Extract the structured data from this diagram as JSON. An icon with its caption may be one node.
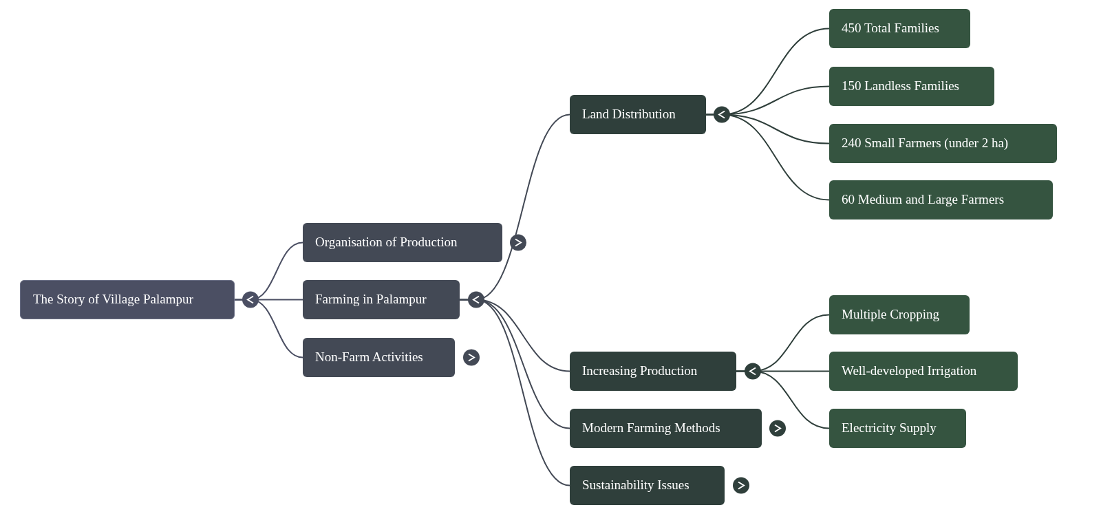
{
  "diagram": {
    "nodes": [
      {
        "text": [
          "The Story of Village Palampur"
        ]
      },
      {
        "text": [
          "Organisation of Production"
        ]
      },
      {
        "text": [
          "Farming in Palampur"
        ]
      },
      {
        "text": [
          "Non-Farm Activities"
        ]
      },
      {
        "text": [
          "Land Distribution"
        ]
      },
      {
        "text": [
          "Increasing Production"
        ]
      },
      {
        "text": [
          "Modern Farming Methods"
        ]
      },
      {
        "text": [
          "Sustainability Issues"
        ]
      },
      {
        "text": [
          "450 Total Families"
        ]
      },
      {
        "text": [
          "150 Landless Families"
        ]
      },
      {
        "text": [
          "240 Small Farmers (under 2 ha)"
        ]
      },
      {
        "text": [
          "60 Medium and Large Farmers"
        ]
      },
      {
        "text": [
          "Multiple Cropping"
        ]
      },
      {
        "text": [
          "Well-developed Irrigation"
        ]
      },
      {
        "text": [
          "Electricity Supply"
        ]
      }
    ],
    "edges": [
      {
        "from": 0,
        "to": 1,
        "arrow": "none"
      },
      {
        "from": 0,
        "to": 2,
        "arrow": "none"
      },
      {
        "from": 0,
        "to": 3,
        "arrow": "none"
      },
      {
        "from": 2,
        "to": 4,
        "arrow": "none"
      },
      {
        "from": 2,
        "to": 5,
        "arrow": "none"
      },
      {
        "from": 2,
        "to": 6,
        "arrow": "none"
      },
      {
        "from": 2,
        "to": 7,
        "arrow": "none"
      },
      {
        "from": 4,
        "to": 8,
        "arrow": "none"
      },
      {
        "from": 4,
        "to": 9,
        "arrow": "none"
      },
      {
        "from": 4,
        "to": 10,
        "arrow": "none"
      },
      {
        "from": 4,
        "to": 11,
        "arrow": "none"
      },
      {
        "from": 5,
        "to": 12,
        "arrow": "none"
      },
      {
        "from": 5,
        "to": 13,
        "arrow": "none"
      },
      {
        "from": 5,
        "to": 14,
        "arrow": "none"
      }
    ]
  }
}
